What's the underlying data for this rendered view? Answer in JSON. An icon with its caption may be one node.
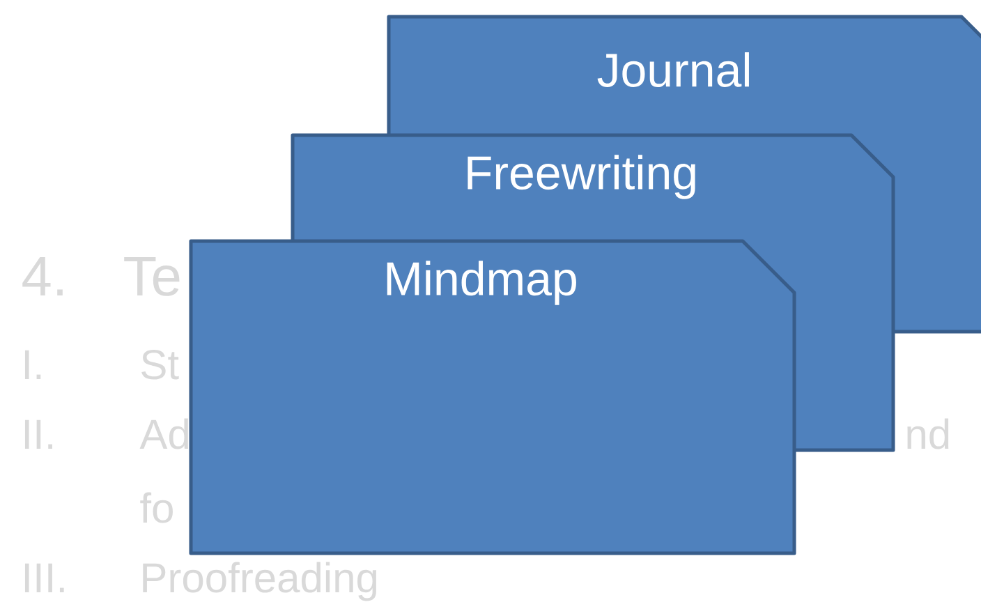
{
  "diagram": {
    "nodes": [
      {
        "text": [
          "Journal"
        ]
      },
      {
        "text": [
          "Freewriting"
        ]
      },
      {
        "text": [
          "Mindmap"
        ]
      }
    ],
    "labels": [
      "4.",
      "Te",
      "I.",
      "St",
      "II.",
      "Ad",
      "nd",
      "fo",
      "III.",
      "Proofreading"
    ]
  }
}
